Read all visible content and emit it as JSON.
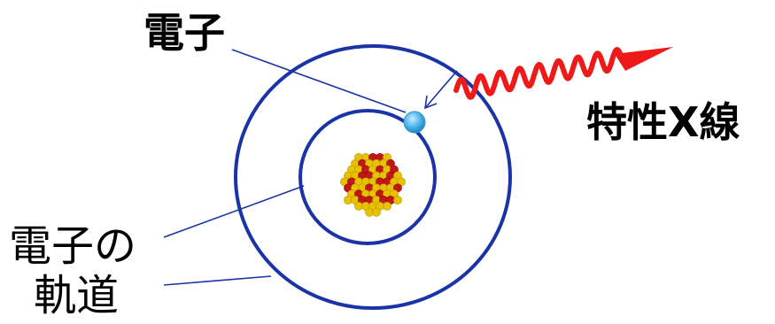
{
  "labels": {
    "electron": "電子",
    "characteristic_xray": "特性X線",
    "orbit_line1": "電子の",
    "orbit_line2": "軌道"
  },
  "colors": {
    "orbit": "#1a33a6",
    "electron": "#52b8ec",
    "xray_wave": "#ee1a1a",
    "nucleus_neutron": "#e8c200",
    "nucleus_proton": "#c41616",
    "leader_line": "#1a33a6"
  }
}
